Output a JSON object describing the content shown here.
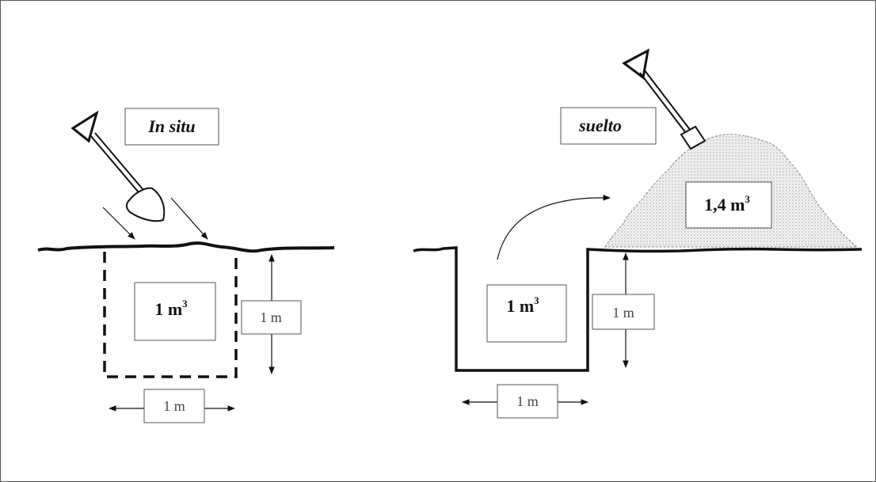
{
  "left": {
    "title": "In situ",
    "volume": "1 m",
    "volume_exp": "3",
    "height_label": "1 m",
    "width_label": "1 m"
  },
  "right": {
    "title": "suelto",
    "volume": "1 m",
    "volume_exp": "3",
    "height_label": "1 m",
    "width_label": "1 m",
    "pile_volume": "1,4 m",
    "pile_volume_exp": "3"
  }
}
